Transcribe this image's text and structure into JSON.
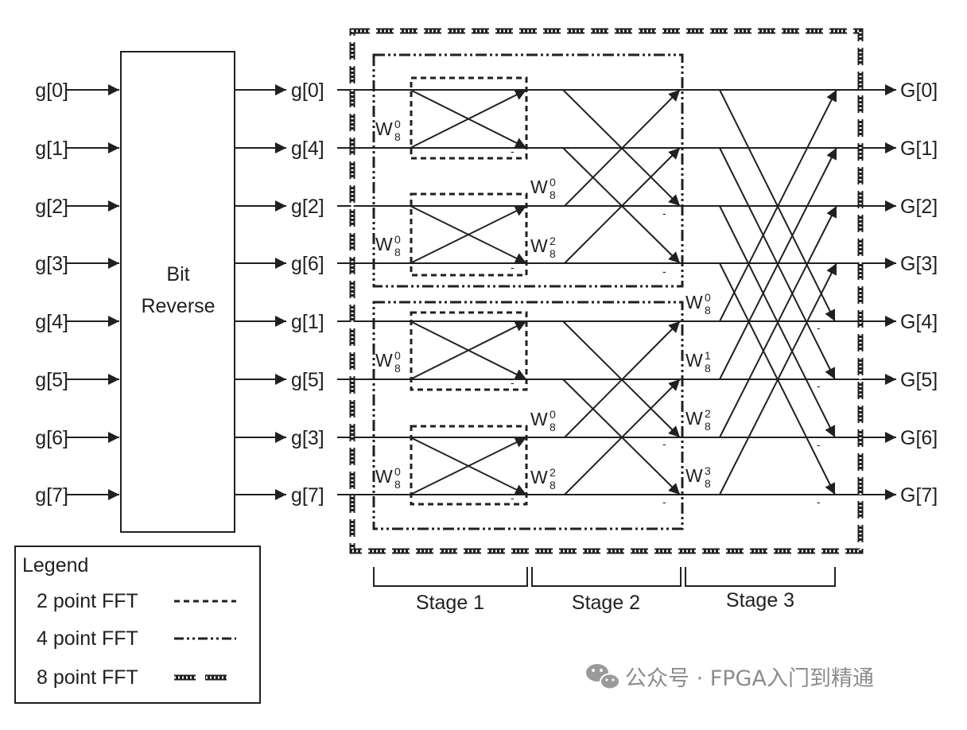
{
  "inputs": [
    "g[0]",
    "g[1]",
    "g[2]",
    "g[3]",
    "g[4]",
    "g[5]",
    "g[6]",
    "g[7]"
  ],
  "reordered": [
    "g[0]",
    "g[4]",
    "g[2]",
    "g[6]",
    "g[1]",
    "g[5]",
    "g[3]",
    "g[7]"
  ],
  "outputs": [
    "G[0]",
    "G[1]",
    "G[2]",
    "G[3]",
    "G[4]",
    "G[5]",
    "G[6]",
    "G[7]"
  ],
  "bit_reverse": {
    "line1": "Bit",
    "line2": "Reverse"
  },
  "stage_labels": [
    "Stage 1",
    "Stage 2",
    "Stage 3"
  ],
  "twiddle": {
    "base": "W",
    "subscript": "8",
    "stage1": [
      "0",
      "0",
      "0",
      "0"
    ],
    "stage2": [
      "0",
      "2",
      "0",
      "2"
    ],
    "stage3": [
      "0",
      "1",
      "2",
      "3"
    ]
  },
  "minus_sign": "-",
  "legend": {
    "title": "Legend",
    "items": [
      {
        "label": "2 point FFT"
      },
      {
        "label": "4 point FFT"
      },
      {
        "label": "8 point FFT"
      }
    ]
  },
  "watermark": {
    "text": "公众号 · FPGA入门到精通"
  }
}
